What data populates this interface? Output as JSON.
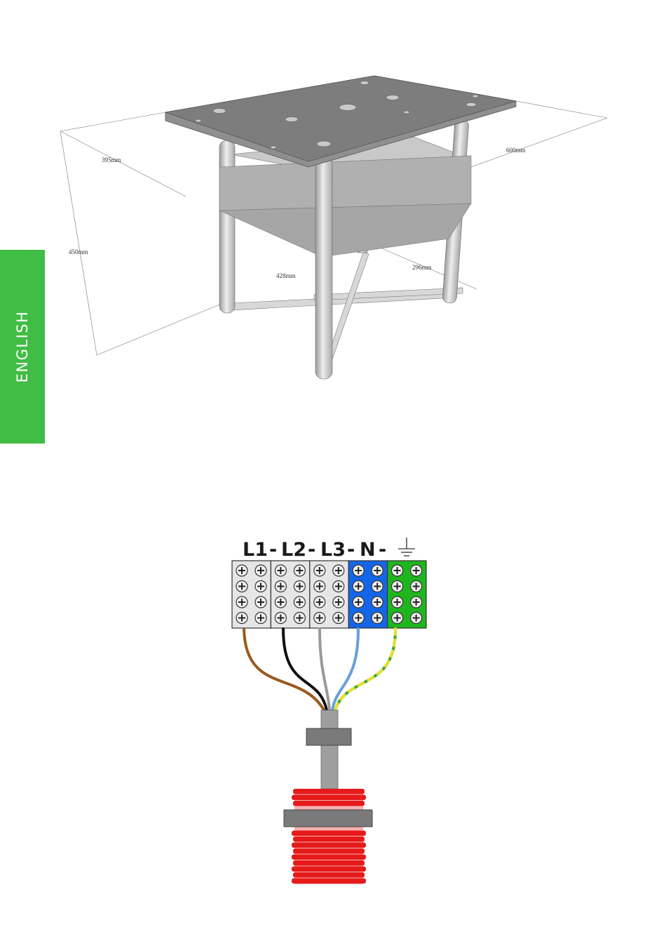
{
  "side_tab": {
    "label": "ENGLISH",
    "color": "#41bc44"
  },
  "stand_drawing": {
    "dimensions": {
      "depth_top": "395mm",
      "width_top": "600mm",
      "height": "450mm",
      "depth_base": "428mm",
      "width_base": "296mm"
    }
  },
  "wiring_diagram": {
    "terminal_labels": [
      "L1",
      "-",
      "L2",
      "-",
      "L3",
      "-",
      "N",
      "-"
    ],
    "terminals": [
      {
        "name": "L1",
        "color": "#e6e6e6"
      },
      {
        "name": "L2",
        "color": "#e6e6e6"
      },
      {
        "name": "L3",
        "color": "#e6e6e6"
      },
      {
        "name": "N",
        "color": "#1565e8"
      },
      {
        "name": "ground",
        "color": "#1fb51f"
      }
    ],
    "wires": [
      {
        "name": "brown",
        "color": "#9a5a1e"
      },
      {
        "name": "black",
        "color": "#111111"
      },
      {
        "name": "grey",
        "color": "#9a9a9a"
      },
      {
        "name": "blue",
        "color": "#6a9fd8"
      },
      {
        "name": "green-yellow",
        "color": "#3aa33a",
        "stripe": "#e8e02a"
      }
    ],
    "heater_color": "#e51a1a"
  }
}
